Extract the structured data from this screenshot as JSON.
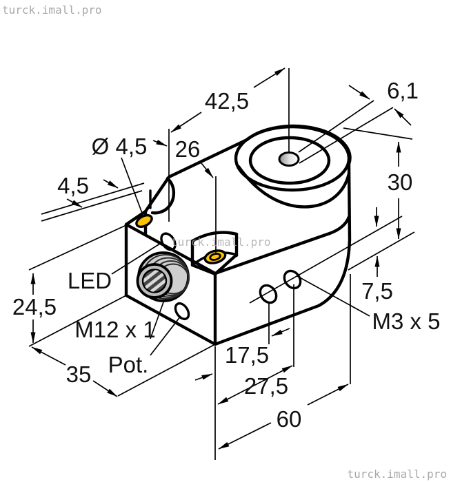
{
  "drawing": {
    "type": "technical-dimension-drawing",
    "subject": "inductive sensor block with raised cylindrical end and M12 connector",
    "labels": {
      "led": "LED",
      "m12_thread": "M12 x 1",
      "pot": "Pot.",
      "m3_thread": "M3 x 5",
      "slot_diameter": "Ø 4,5"
    },
    "dimensions": {
      "d42_5": "42,5",
      "d6_1": "6,1",
      "d26": "26",
      "d4_5": "4,5",
      "d30": "30",
      "d24_5": "24,5",
      "d7_5": "7,5",
      "d17_5": "17,5",
      "d27_5": "27,5",
      "d35": "35",
      "d60": "60"
    }
  },
  "watermarks": {
    "top_left": "turck.imall.pro",
    "center": "turck.imall.pro",
    "bottom_right": "turck.imall.pro"
  },
  "colors": {
    "body_yellow": "#FFC304",
    "outline": "#000000",
    "face_gray": "#C9C9C9",
    "hole_light": "#E8E8E8",
    "connector_gray": "#CFCFCF",
    "connector_ring": "#BDBDBD",
    "connector_dark": "#454545",
    "watermark_gray": "#A8A8A8"
  }
}
